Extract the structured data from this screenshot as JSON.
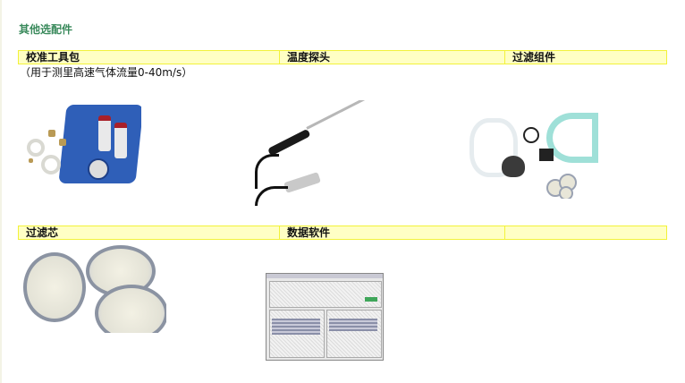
{
  "section": {
    "title": "其他选配件",
    "title_color": "#3a8a5c"
  },
  "header_colors": {
    "fill": "#ffffc4",
    "border": "#f2f23a"
  },
  "rows": [
    {
      "headers": [
        "校准工具包",
        "温度探头",
        "过滤组件"
      ],
      "notes": [
        "（用于测里高速气体流量0-40m/s）",
        "",
        ""
      ],
      "images": [
        "calibration-kit-image",
        "temperature-probe-image",
        "filter-assembly-image"
      ]
    },
    {
      "headers": [
        "过滤芯",
        "数据软件",
        ""
      ],
      "notes": [
        "",
        "",
        ""
      ],
      "images": [
        "filter-cartridge-image",
        "data-software-screenshot",
        ""
      ]
    }
  ]
}
